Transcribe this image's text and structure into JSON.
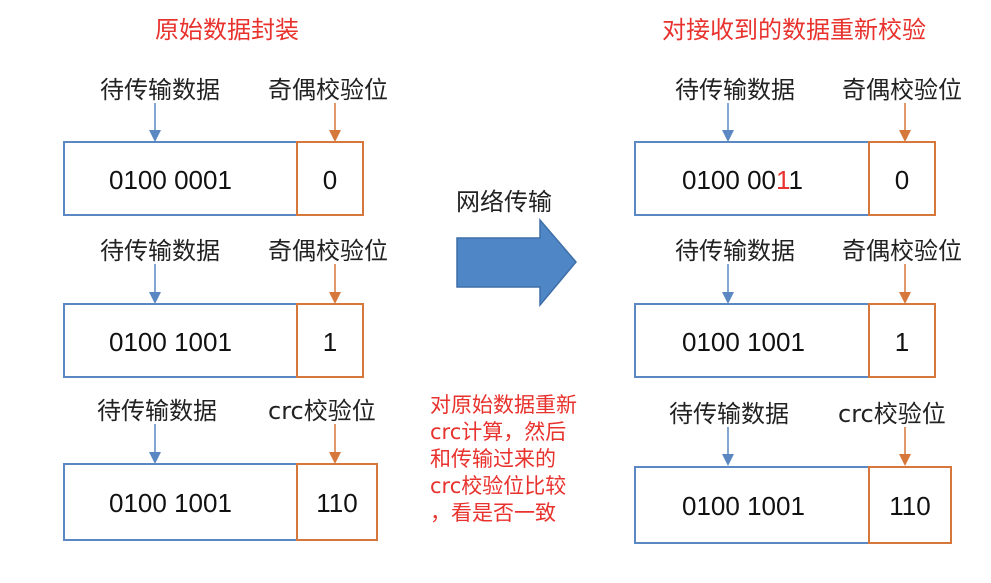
{
  "left": {
    "title": "原始数据封装",
    "rows": [
      {
        "data_label": "待传输数据",
        "check_label": "奇偶校验位",
        "data_value": "0100 0001",
        "check_value": "0"
      },
      {
        "data_label": "待传输数据",
        "check_label": "奇偶校验位",
        "data_value": "0100 1001",
        "check_value": "1"
      },
      {
        "data_label": "待传输数据",
        "check_label": "crc校验位",
        "data_value": "0100 1001",
        "check_value": "110"
      }
    ]
  },
  "middle": {
    "arrow_label": "网络传输",
    "note_lines": [
      "对原始数据重新",
      "crc计算，然后",
      "和传输过来的",
      "crc校验位比较",
      "，看是否一致"
    ]
  },
  "right": {
    "title": "对接收到的数据重新校验",
    "rows": [
      {
        "data_label": "待传输数据",
        "check_label": "奇偶校验位",
        "data_value_prefix": "0100 00",
        "data_value_flipped": "1",
        "data_value_suffix": "1",
        "check_value": "0"
      },
      {
        "data_label": "待传输数据",
        "check_label": "奇偶校验位",
        "data_value": "0100 1001",
        "check_value": "1"
      },
      {
        "data_label": "待传输数据",
        "check_label": "crc校验位",
        "data_value": "0100 1001",
        "check_value": "110"
      }
    ]
  },
  "colors": {
    "title_red": "#e8322d",
    "data_box_blue": "#5b88c2",
    "check_box_orange": "#d6773b",
    "transfer_arrow_blue": "#4f86c6"
  }
}
